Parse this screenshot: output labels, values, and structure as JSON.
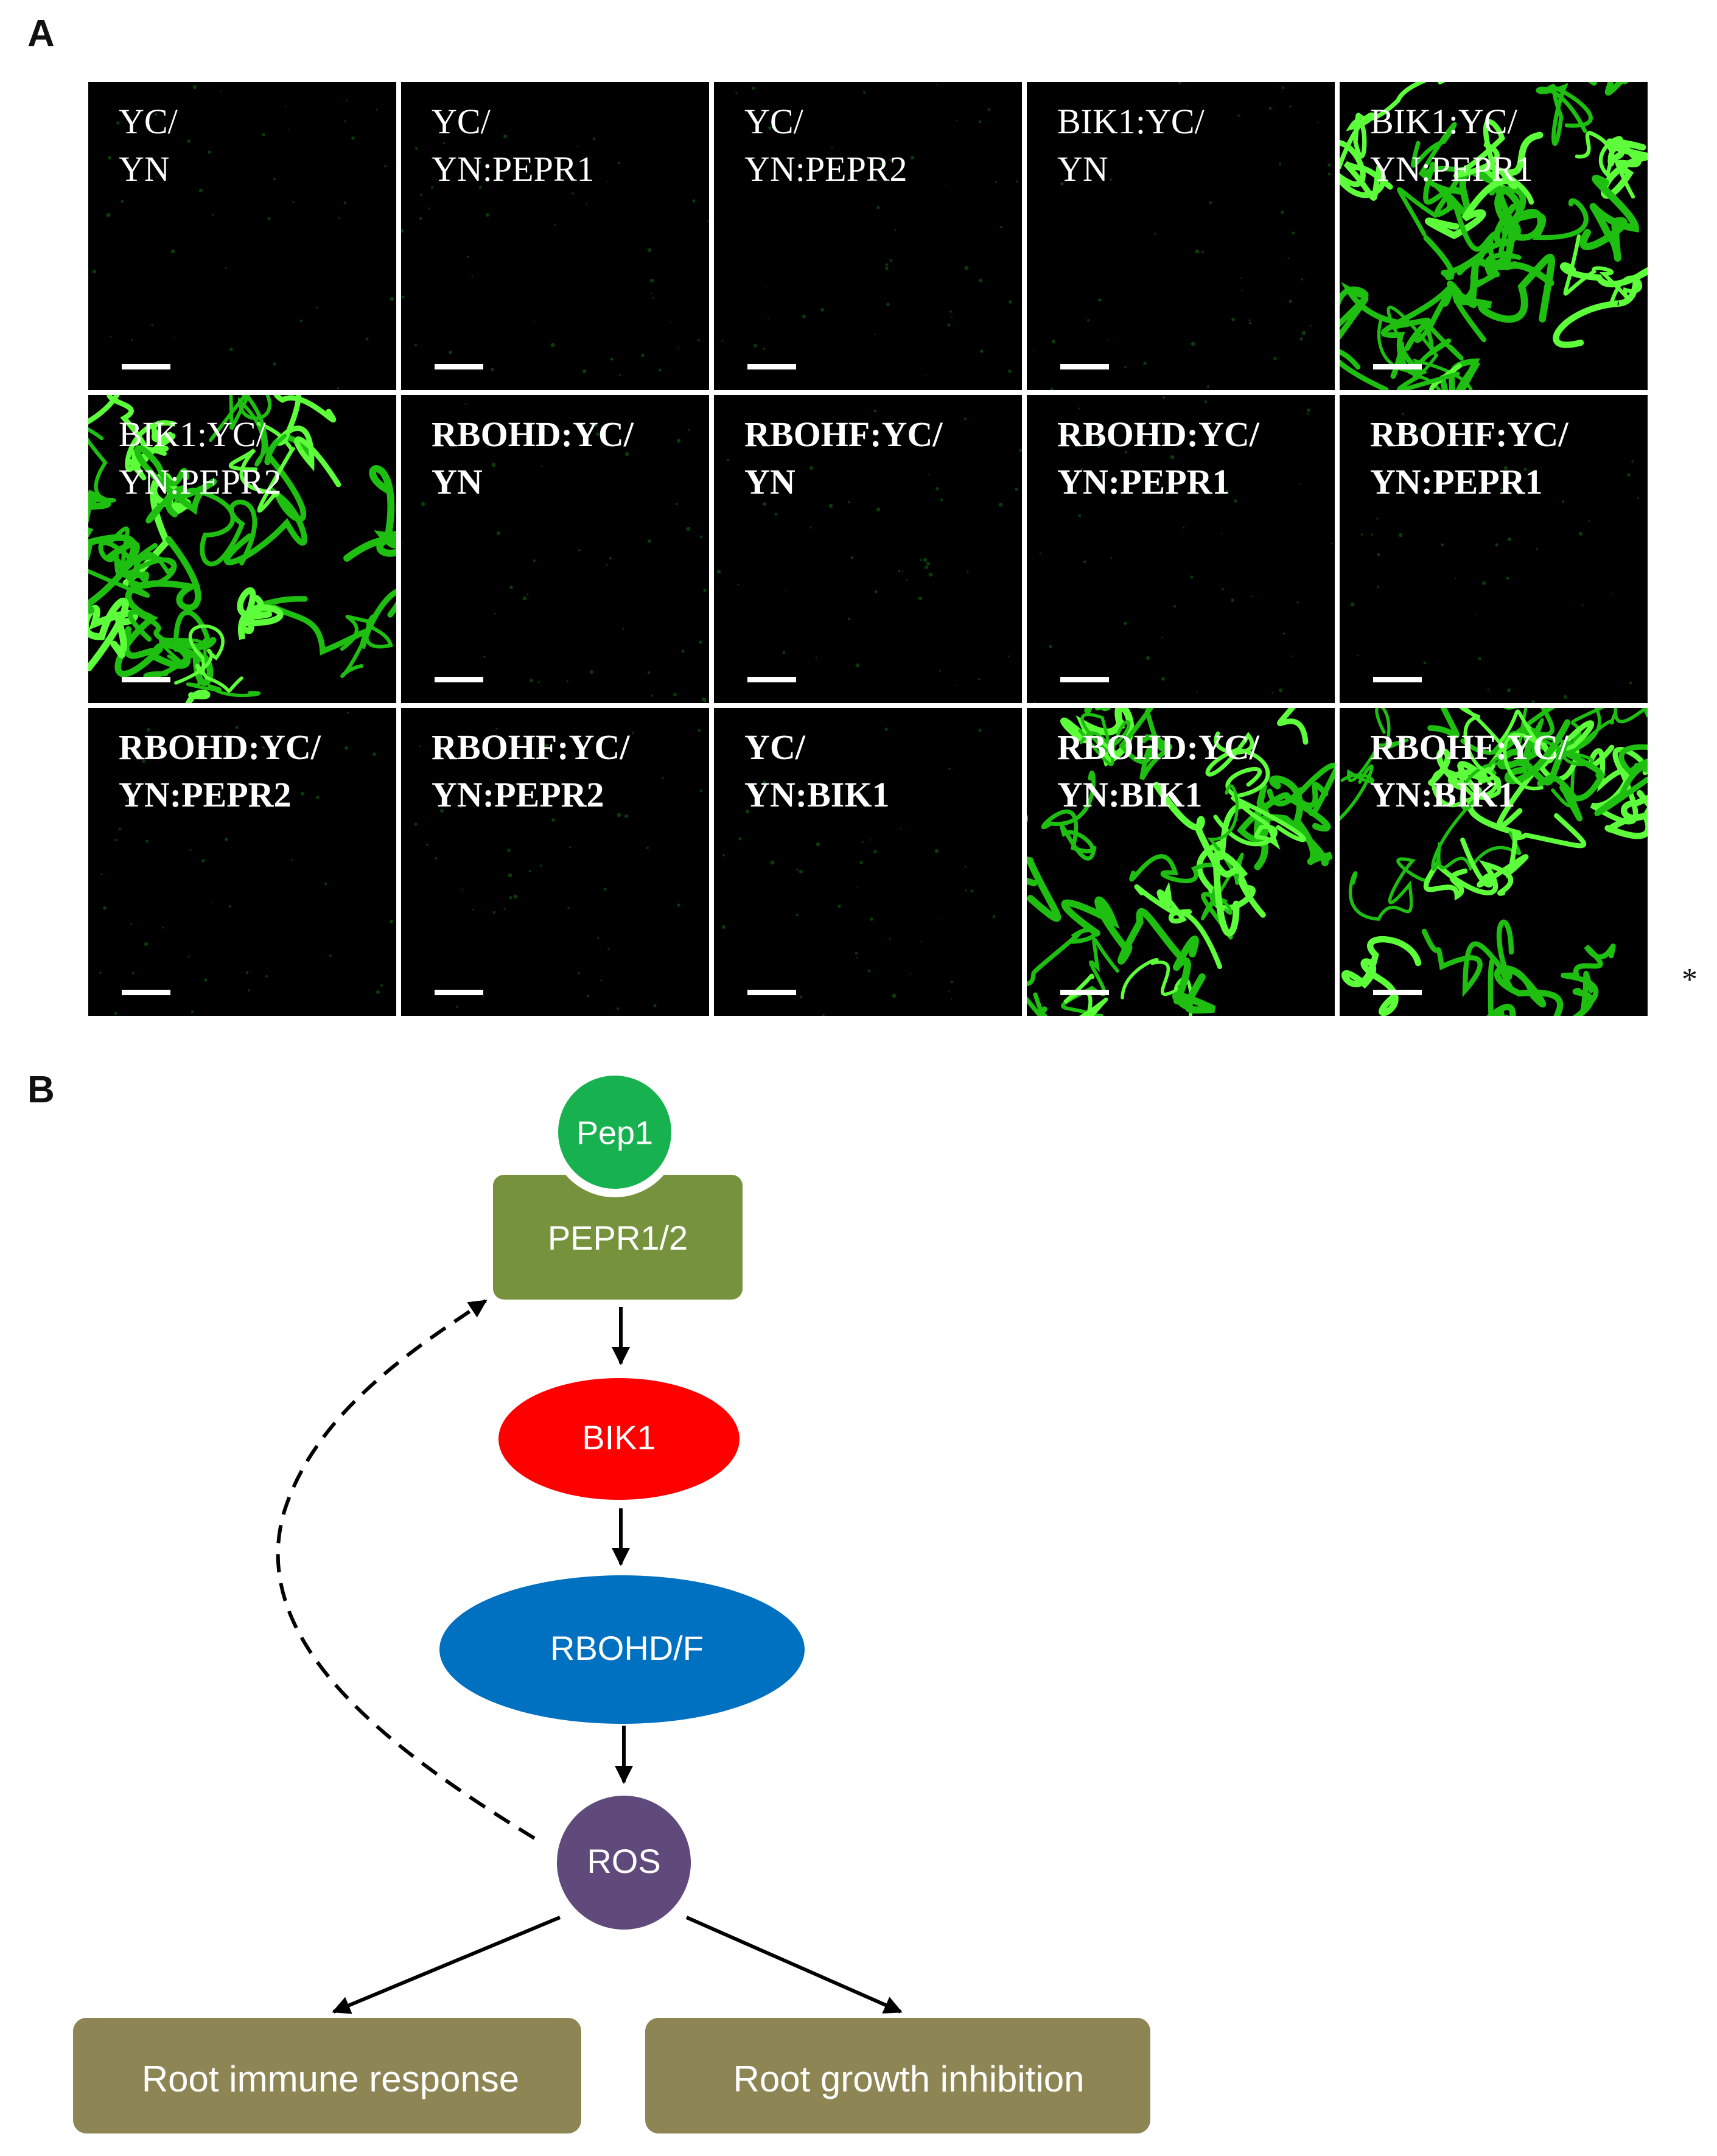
{
  "panel_a": {
    "letter": "A",
    "tiles": [
      {
        "line1": "YC/",
        "line2": "YN",
        "bold": false,
        "signal": false
      },
      {
        "line1": "YC/",
        "line2": "YN:PEPR1",
        "bold": false,
        "signal": false
      },
      {
        "line1": "YC/",
        "line2": "YN:PEPR2",
        "bold": false,
        "signal": false
      },
      {
        "line1": "BIK1:YC/",
        "line2": "YN",
        "bold": false,
        "signal": false
      },
      {
        "line1": "BIK1:YC/",
        "line2": "YN:PEPR1",
        "bold": false,
        "signal": true
      },
      {
        "line1": "BIK1:YC/",
        "line2": "YN:PEPR2",
        "bold": false,
        "signal": true
      },
      {
        "line1": "RBOHD:YC/",
        "line2": "YN",
        "bold": true,
        "signal": false
      },
      {
        "line1": "RBOHF:YC/",
        "line2": "YN",
        "bold": true,
        "signal": false
      },
      {
        "line1": "RBOHD:YC/",
        "line2": "YN:PEPR1",
        "bold": true,
        "signal": false
      },
      {
        "line1": "RBOHF:YC/",
        "line2": "YN:PEPR1",
        "bold": true,
        "signal": false
      },
      {
        "line1": "RBOHD:YC/",
        "line2": "YN:PEPR2",
        "bold": true,
        "signal": false
      },
      {
        "line1": "RBOHF:YC/",
        "line2": "YN:PEPR2",
        "bold": true,
        "signal": false
      },
      {
        "line1": "YC/",
        "line2": "YN:BIK1",
        "bold": true,
        "signal": false
      },
      {
        "line1": "RBOHD:YC/",
        "line2": "YN:BIK1",
        "bold": true,
        "signal": true
      },
      {
        "line1": "RBOHF:YC/",
        "line2": "YN:BIK1",
        "bold": true,
        "signal": true
      }
    ],
    "footnote": "*"
  },
  "panel_b": {
    "letter": "B",
    "nodes": {
      "pep1": {
        "label": "Pep1",
        "color": "#17b24f"
      },
      "pepr": {
        "label": "PEPR1/2",
        "color": "#76923c"
      },
      "bik1": {
        "label": "BIK1",
        "color": "#ff0000"
      },
      "rboh": {
        "label": "RBOHD/F",
        "color": "#0070c0"
      },
      "ros": {
        "label": "ROS",
        "color": "#604a7b"
      },
      "immune": {
        "label": "Root immune response",
        "color": "#8e8555"
      },
      "growth": {
        "label": "Root growth inhibition",
        "color": "#8e8555"
      }
    }
  }
}
